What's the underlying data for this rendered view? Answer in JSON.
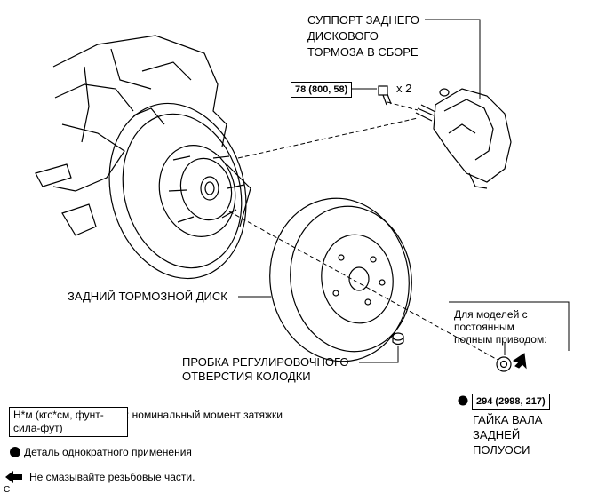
{
  "labels": {
    "caliper_line1": "СУППОРТ ЗАДНЕГО",
    "caliper_line2": "ДИСКОВОГО",
    "caliper_line3": "ТОРМОЗА В СБОРЕ",
    "torque_bolt": "78 (800, 58)",
    "bolt_qty": "x 2",
    "rear_disc": "ЗАДНИЙ ТОРМОЗНОЙ ДИСК",
    "plug_line1": "ПРОБКА РЕГУЛИРОВОЧНОГО",
    "plug_line2": "ОТВЕРСТИЯ КОЛОДКИ",
    "awd_line1": "Для моделей с",
    "awd_line2": "постоянным",
    "awd_line3": "полным приводом:",
    "torque_nut": "294 (2998, 217)",
    "nut_line1": "ГАЙКА ВАЛА",
    "nut_line2": "ЗАДНЕЙ",
    "nut_line3": "ПОЛУОСИ"
  },
  "legend": {
    "torque_unit_line1": "Н*м (кгс*см, фунт-",
    "torque_unit_line2": "сила-фут)",
    "torque_desc": ": номинальный момент затяжки",
    "nonreusable": "Деталь однократного применения",
    "no_lube": "Не смазывайте резьбовые части."
  },
  "corner_mark": "C",
  "icons": {
    "nonreusable": "filled-circle-icon",
    "no_lube": "left-arrow-icon"
  }
}
